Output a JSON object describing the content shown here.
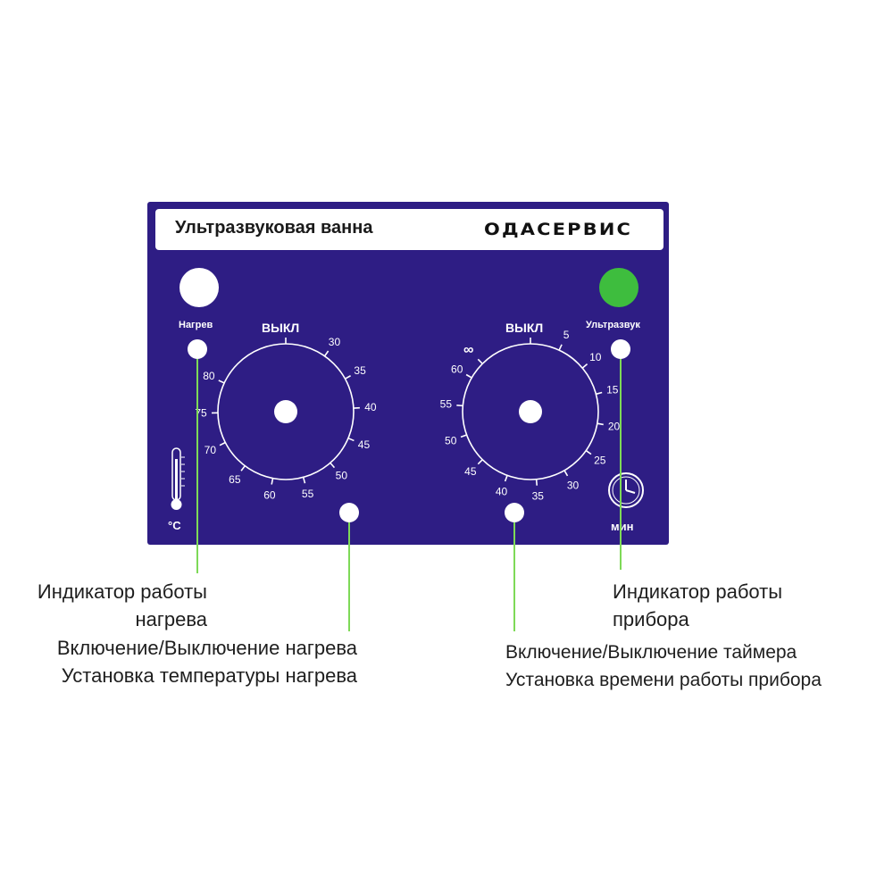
{
  "panel": {
    "title": "Ультразвуковая ванна",
    "brand": "ОДАСЕРВИС",
    "colors": {
      "panel_bg": "#2e1d84",
      "heat_lamp": "#ffffff",
      "ultrasound_lamp": "#3ebd3e",
      "callout_line": "#7ed957"
    }
  },
  "heating": {
    "label": "Нагрев",
    "off_label": "ВЫКЛ",
    "dial_ticks": [
      "30",
      "35",
      "40",
      "45",
      "50",
      "55",
      "60",
      "65",
      "70",
      "75",
      "80"
    ],
    "unit": "°C",
    "icon": "thermometer-icon"
  },
  "timer": {
    "label": "Ультразвук",
    "off_label": "ВЫКЛ",
    "dial_ticks": [
      "5",
      "10",
      "15",
      "20",
      "25",
      "30",
      "35",
      "40",
      "45",
      "50",
      "55",
      "60"
    ],
    "infinity": "∞",
    "unit": "мин",
    "icon": "clock-icon"
  },
  "callouts": {
    "heat_indicator": [
      "Индикатор работы",
      "нагрева"
    ],
    "heat_control": [
      "Включение/Выключение нагрева",
      "Установка температуры нагрева"
    ],
    "device_indicator": [
      "Индикатор работы",
      "прибора"
    ],
    "timer_control": [
      "Включение/Выключение таймера",
      "Установка времени работы прибора"
    ]
  }
}
